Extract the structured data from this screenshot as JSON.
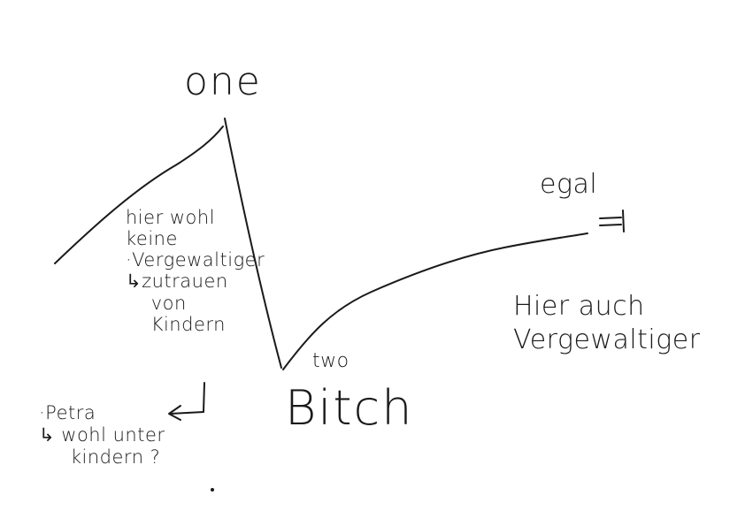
{
  "strokes_color": "#1a1a1a",
  "labels": {
    "one": "one",
    "two": "two",
    "bitch": "Bitch",
    "egal": "egal"
  },
  "notes": {
    "left": "hier wohl\nkeine\n·Vergewaltiger\n↳zutrauen\n    von\n    Kindern",
    "petra": "·Petra\n↳ wohl unter\n     kindern ?",
    "right": "Hier auch\nVergewaltiger"
  },
  "icons": {
    "return_arrow": "return-arrow-icon",
    "equal_sign": "equal-sign-icon"
  }
}
